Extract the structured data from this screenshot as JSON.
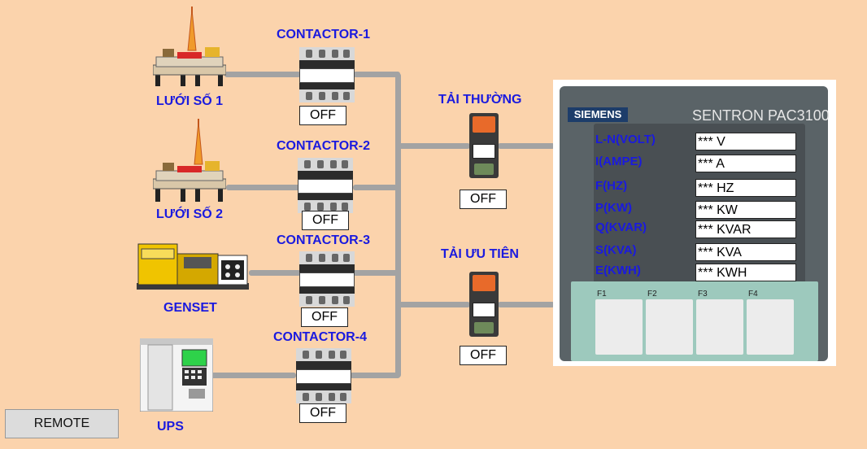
{
  "sources": [
    {
      "label": "LƯỚI SỐ 1",
      "icon": "oil-rig-icon"
    },
    {
      "label": "LƯỚI SỐ 2",
      "icon": "oil-rig-icon"
    },
    {
      "label": "GENSET",
      "icon": "generator-icon"
    },
    {
      "label": "UPS",
      "icon": "ups-icon"
    }
  ],
  "contactors": [
    {
      "title": "CONTACTOR-1",
      "state": "OFF"
    },
    {
      "title": "CONTACTOR-2",
      "state": "OFF"
    },
    {
      "title": "CONTACTOR-3",
      "state": "OFF"
    },
    {
      "title": "CONTACTOR-4",
      "state": "OFF"
    }
  ],
  "loads": [
    {
      "title": "TẢI THƯỜNG",
      "state": "OFF"
    },
    {
      "title": "TẢI ƯU TIÊN",
      "state": "OFF"
    }
  ],
  "meter": {
    "brand": "SIEMENS",
    "model": "SENTRON PAC3100",
    "rows": [
      {
        "label": "L-N(VOLT)",
        "value": "*** V"
      },
      {
        "label": "I(AMPE)",
        "value": "*** A"
      },
      {
        "label": "F(HZ)",
        "value": "*** HZ"
      },
      {
        "label": "P(KW)",
        "value": "*** KW"
      },
      {
        "label": "Q(KVAR)",
        "value": "*** KVAR"
      },
      {
        "label": "S(KVA)",
        "value": "*** KVA"
      },
      {
        "label": "E(KWH)",
        "value": "*** KWH"
      }
    ],
    "function_keys": [
      "F1",
      "F2",
      "F3",
      "F4"
    ]
  },
  "remote_button": "REMOTE",
  "colors": {
    "background": "#fbd3ac",
    "label_blue": "#1a1adf",
    "wire": "#a3a3a3"
  }
}
